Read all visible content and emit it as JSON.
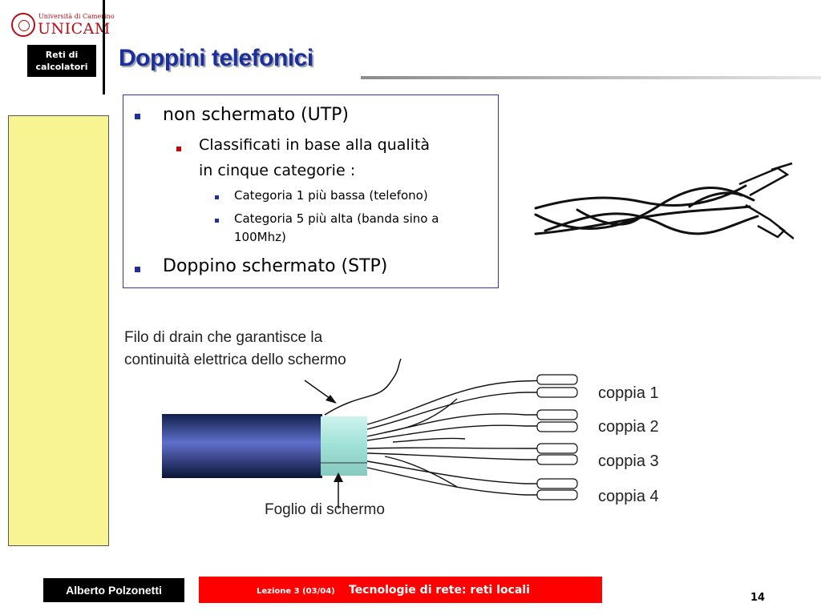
{
  "header": {
    "university_small": "Università di Camerino",
    "university_logo_text": "UNICAM",
    "course_line1": "Reti di",
    "course_line2": "calcolatori",
    "title": "Doppini telefonici"
  },
  "bullets": {
    "l1_a": "non schermato (UTP)",
    "l2_a_line1": "Classificati in base alla qualità",
    "l2_a_line2": "in cinque categorie :",
    "l3_a": "Categoria 1 più bassa (telefono)",
    "l3_b_line1": "Categoria 5 più alta (banda sino a",
    "l3_b_line2": "100Mhz)",
    "l1_b": "Doppino schermato (STP)"
  },
  "stp_diagram": {
    "drain_label_line1": "Filo di drain che garantisce la",
    "drain_label_line2": "continuità elettrica dello schermo",
    "pair_1": "coppia 1",
    "pair_2": "coppia 2",
    "pair_3": "coppia 3",
    "pair_4": "coppia 4",
    "foil_label": "Foglio di schermo"
  },
  "footer": {
    "author": "Alberto Polzonetti",
    "lesson": "Lezione 3 (03/04)",
    "topic": "Tecnologie di rete: reti locali",
    "page": "14"
  },
  "colors": {
    "title": "#1c2f9c",
    "bullet": "#1f2f9e",
    "footer_red": "#ff0000",
    "panel_yellow": "#f9f492",
    "logo_red": "#b11116"
  },
  "icons": {
    "logo": "unicam-seal-icon",
    "twisted_pair": "twisted-pair-cable-illustration",
    "stp": "shielded-twisted-pair-cable-illustration"
  }
}
